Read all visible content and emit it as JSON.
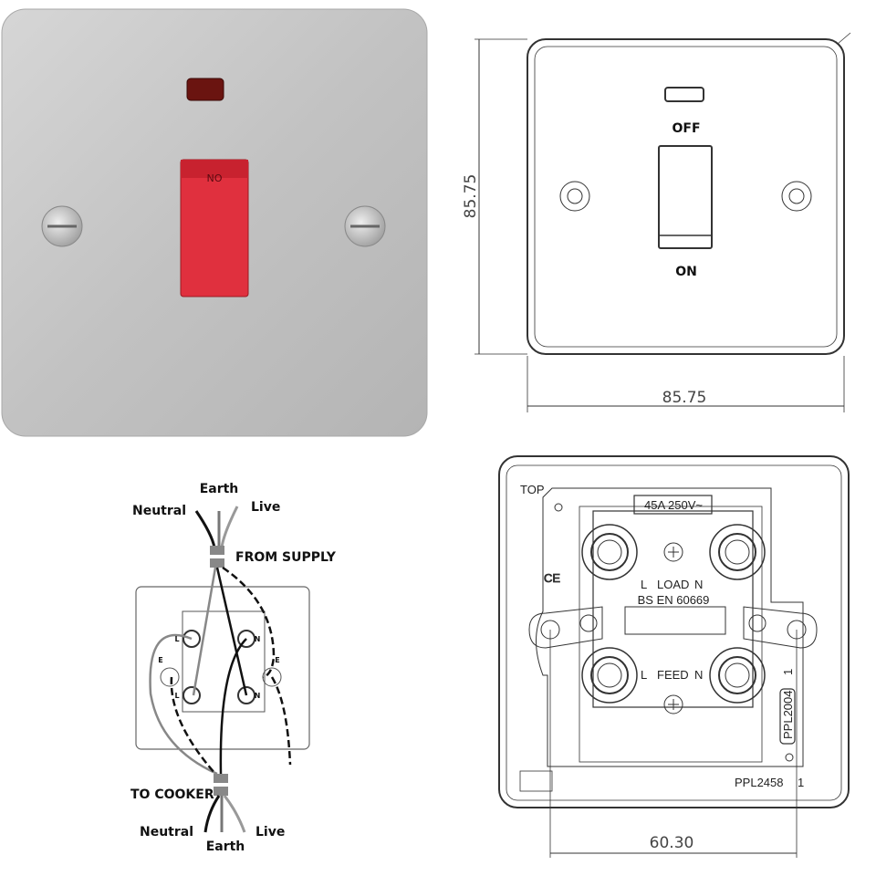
{
  "product_photo": {
    "rocker_label": "ON",
    "colors": {
      "plate": "#c4c4c4",
      "rocker": "#e0303e",
      "neon": "#6a1410"
    }
  },
  "front_drawing": {
    "off_label": "OFF",
    "on_label": "ON",
    "height_dimension": "85.75",
    "width_dimension": "85.75"
  },
  "rear_drawing": {
    "top_label": "TOP",
    "rating_label": "45A 250V~",
    "ce_mark": "CE",
    "load_label": "LOAD",
    "feed_label": "FEED",
    "live_letter": "L",
    "neutral_letter": "N",
    "standard_label": "BS EN 60669",
    "part_code_1": "PPL2004",
    "part_code_1_rev": "1",
    "part_code_2": "PPL2458",
    "part_code_2_rev": "1",
    "screw_centres_dimension": "60.30"
  },
  "wiring_diagram": {
    "supply": {
      "earth": "Earth",
      "neutral": "Neutral",
      "live": "Live",
      "caption": "FROM SUPPLY"
    },
    "cooker": {
      "earth": "Earth",
      "neutral": "Neutral",
      "live": "Live",
      "caption": "TO COOKER"
    },
    "terminal_labels": [
      "L",
      "N",
      "L",
      "N",
      "E",
      "E"
    ]
  }
}
